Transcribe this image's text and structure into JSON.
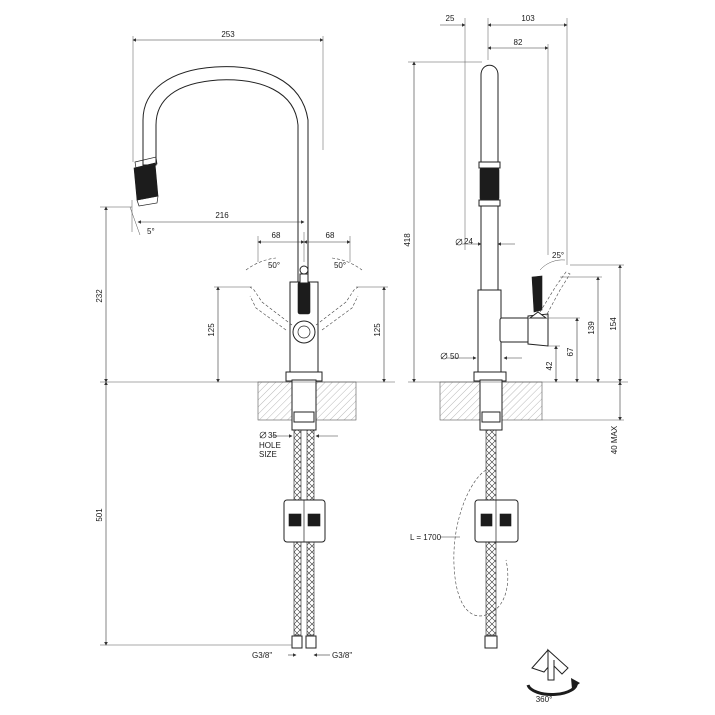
{
  "dimensions": {
    "front": {
      "spout_reach": "253",
      "outlet_offset": "216",
      "outlet_angle": "5°",
      "height": "232",
      "left_handle_offset": "68",
      "right_handle_offset": "68",
      "left_handle_angle": "50°",
      "right_handle_angle": "50°",
      "left_handle_height": "125",
      "right_handle_height": "125",
      "shank_length": "501",
      "hole_size_value": "35",
      "hole_size_label_1": "HOLE",
      "hole_size_label_2": "SIZE",
      "left_connection": "G3/8\"",
      "right_connection": "G3/8\""
    },
    "side": {
      "base_offset": "25",
      "body_width": "103",
      "spout_width": "82",
      "total_height": "418",
      "spout_diameter": "24",
      "base_diameter": "50",
      "handle_angle": "25°",
      "handle_height_1": "42",
      "handle_height_2": "67",
      "handle_height_3": "139",
      "handle_height_4": "154",
      "max_deck": "40 MAX",
      "hose_length": "L = 1700"
    },
    "rotation": "360°"
  },
  "icons": {
    "diameter": "diameter-symbol",
    "rotation": "rotation-arrow-icon"
  },
  "colors": {
    "line": "#222222",
    "dark_part": "#1c1c1c"
  }
}
